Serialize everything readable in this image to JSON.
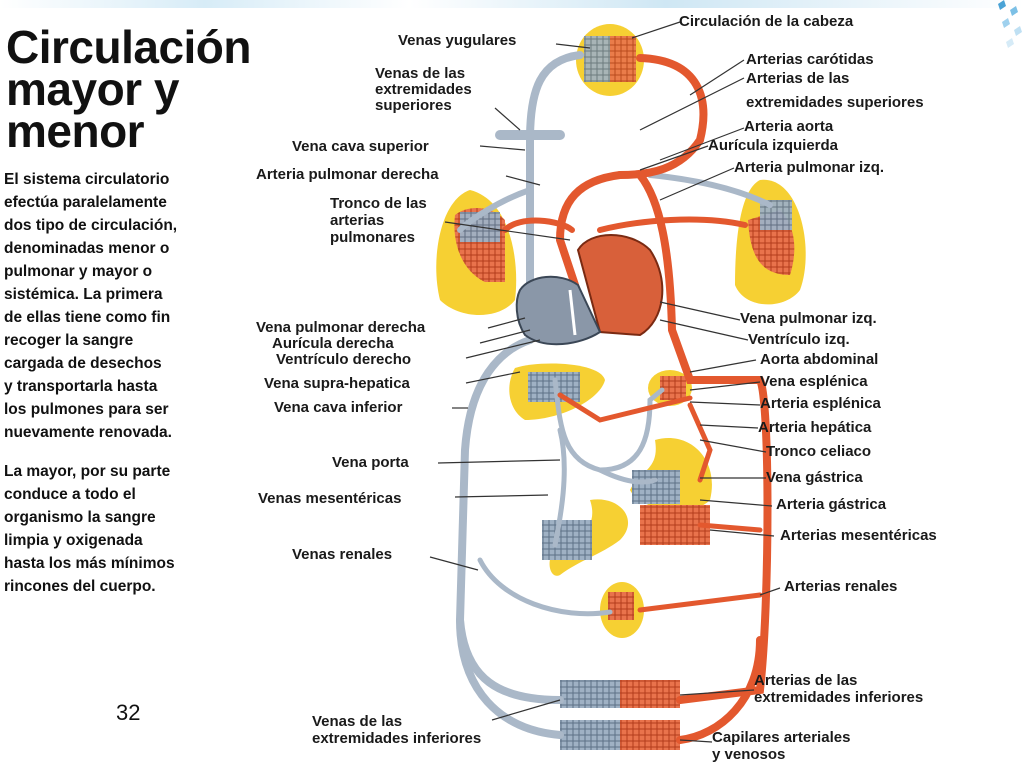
{
  "slide": {
    "title": [
      "Circulación",
      "mayor y",
      "menor"
    ],
    "paragraphs": [
      [
        "El sistema circulatorio",
        "efectúa paralelamente",
        "dos tipo de circulación,",
        "denominadas menor o",
        "pulmonar y mayor o",
        "sistémica. La primera",
        "de ellas tiene como fin",
        "recoger la sangre",
        "cargada de desechos",
        "y transportarla hasta",
        "los pulmones para ser",
        "nuevamente renovada."
      ],
      [
        "La mayor, por su parte",
        "conduce a todo el",
        "organismo la sangre",
        "limpia y oxigenada",
        "hasta los más mínimos",
        "rincones del cuerpo."
      ]
    ],
    "page_number": "32"
  },
  "diagram": {
    "colors": {
      "artery": "#e3582e",
      "vein": "#b7c5d3",
      "organ": "#f6d033",
      "heart_right": "#8a97a8",
      "heart_left": "#d8603a"
    },
    "labels_left": [
      "Venas yugulares",
      "Venas de las",
      "extremidades",
      "superiores",
      "Vena cava superior",
      "Arteria pulmonar derecha",
      "Tronco de las",
      "arterias",
      "pulmonares",
      "Vena pulmonar derecha",
      "Aurícula derecha",
      "Ventrículo derecho",
      "Vena supra-hepatica",
      "Vena cava inferior",
      "Vena porta",
      "Venas mesentéricas",
      "Venas renales",
      "Venas de las",
      "extremidades inferiores"
    ],
    "labels_right": [
      "Circulación de la cabeza",
      "Arterias carótidas",
      "Arterias de las",
      "extremidades superiores",
      "Arteria aorta",
      "Aurícula izquierda",
      "Arteria pulmonar izq.",
      "Vena pulmonar izq.",
      "Ventrículo izq.",
      "Aorta abdominal",
      "Vena esplénica",
      "Arteria esplénica",
      "Arteria hepática",
      "Tronco celiaco",
      "Vena gástrica",
      "Arteria gástrica",
      "Arterias mesentéricas",
      "Arterias renales",
      "Arterias de las",
      "extremidades inferiores",
      "Capilares arteriales",
      "y venosos"
    ]
  }
}
